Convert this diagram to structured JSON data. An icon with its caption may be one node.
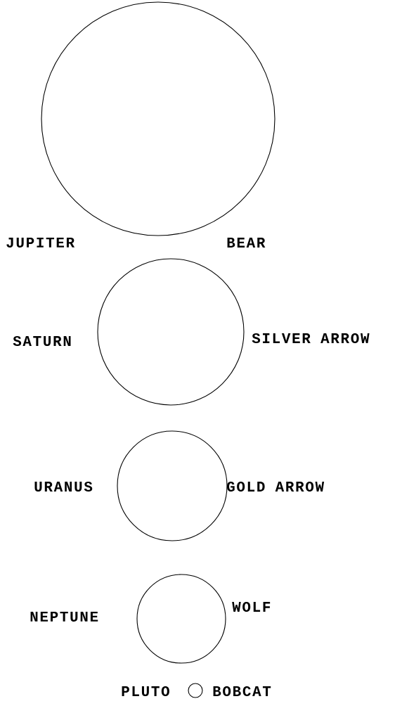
{
  "diagram": {
    "nodes": [
      {
        "text": [],
        "shape": "circle",
        "beside": [
          "JUPITER",
          "BEAR"
        ]
      },
      {
        "text": [],
        "shape": "circle",
        "beside": [
          "SATURN",
          "SILVER ARROW"
        ]
      },
      {
        "text": [],
        "shape": "circle",
        "beside": [
          "URANUS",
          "GOLD ARROW"
        ]
      },
      {
        "text": [],
        "shape": "circle",
        "beside": [
          "NEPTUNE",
          "WOLF"
        ]
      },
      {
        "text": [],
        "shape": "circle",
        "beside": [
          "PLUTO",
          "BOBCAT"
        ]
      }
    ]
  }
}
